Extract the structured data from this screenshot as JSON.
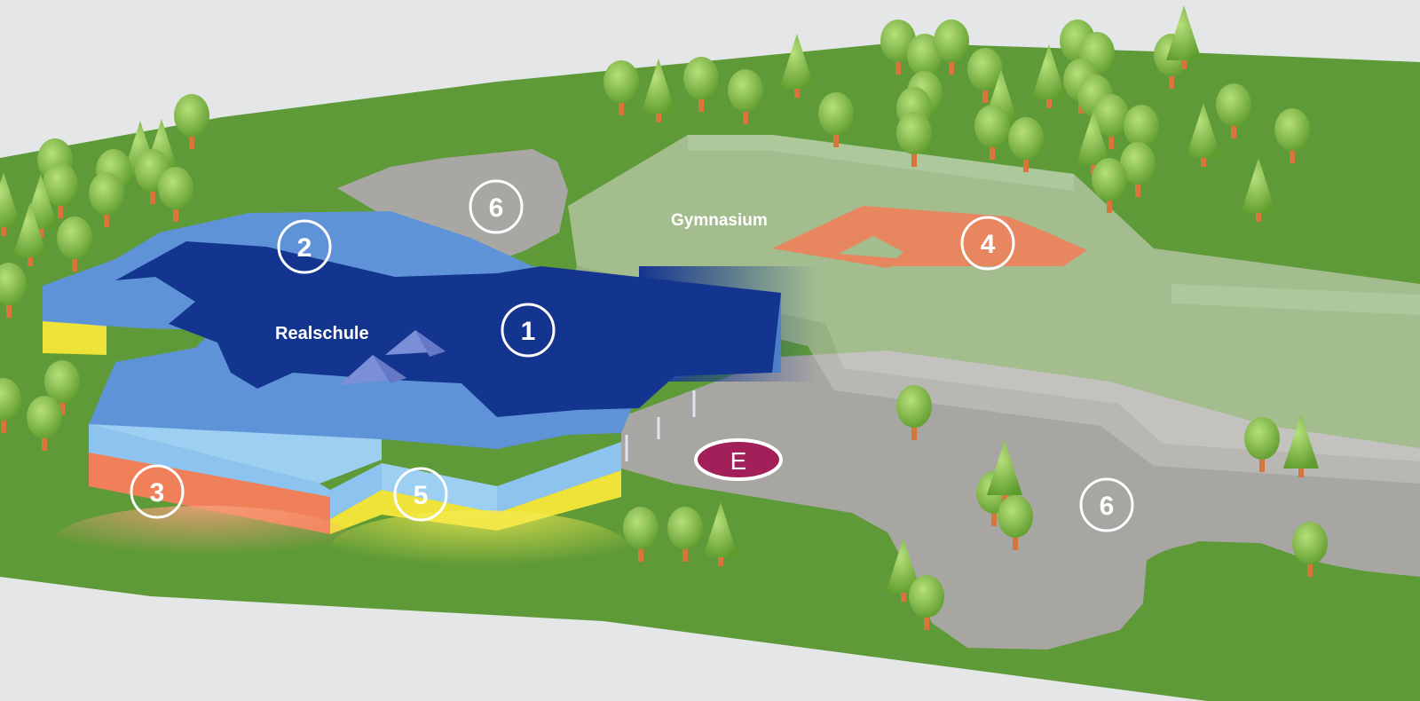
{
  "buildings": {
    "realschule": "Realschule",
    "gymnasium": "Gymnasium"
  },
  "markers": {
    "m1": "1",
    "m2": "2",
    "m3": "3",
    "m4": "4",
    "m5": "5",
    "m6a": "6",
    "m6b": "6",
    "entrance": "E"
  },
  "colors": {
    "lawn": "#5e9a37",
    "realschule_roof": "#14358f",
    "realschule_wall": "#5f8fd6",
    "zone_orange": "#f0805a",
    "zone_yellow": "#efe33a",
    "gymnasium_ghost": "#d8d6d2",
    "pavement": "#a8a6a3",
    "entrance_badge": "#a31f5a"
  }
}
